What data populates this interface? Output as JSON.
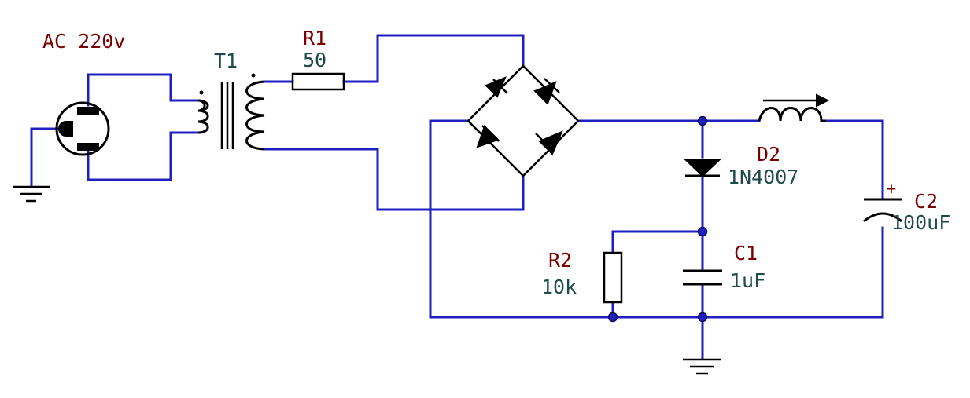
{
  "colors": {
    "wire": "#1f1fbf",
    "component": "#000000",
    "name_label": "#7a0000",
    "value_label": "#1e4a4a",
    "junction": "#1f1fbf"
  },
  "labels": {
    "ac_source": "AC 220v",
    "transformer": "T1",
    "r1_name": "R1",
    "r1_value": "50",
    "d2_name": "D2",
    "d2_value": "1N4007",
    "r2_name": "R2",
    "r2_value": "10k",
    "c1_name": "C1",
    "c1_value": "1uF",
    "c2_name": "C2",
    "c2_value": "100uF",
    "c2_polarity": "+"
  },
  "components": [
    {
      "ref": "AC",
      "kind": "ac-outlet",
      "icon": "ac-outlet-icon"
    },
    {
      "ref": "T1",
      "kind": "transformer",
      "icon": "transformer-icon"
    },
    {
      "ref": "R1",
      "kind": "resistor",
      "icon": "resistor-icon"
    },
    {
      "ref": "BR",
      "kind": "bridge-rectifier",
      "icon": "bridge-rectifier-icon"
    },
    {
      "ref": "D2",
      "kind": "diode",
      "icon": "diode-icon"
    },
    {
      "ref": "L",
      "kind": "variable-inductor",
      "icon": "inductor-icon"
    },
    {
      "ref": "R2",
      "kind": "resistor",
      "icon": "resistor-icon"
    },
    {
      "ref": "C1",
      "kind": "capacitor",
      "icon": "capacitor-icon"
    },
    {
      "ref": "C2",
      "kind": "electrolytic-capacitor",
      "icon": "polarized-capacitor-icon"
    },
    {
      "ref": "GND",
      "kind": "ground",
      "icon": "ground-icon"
    }
  ]
}
